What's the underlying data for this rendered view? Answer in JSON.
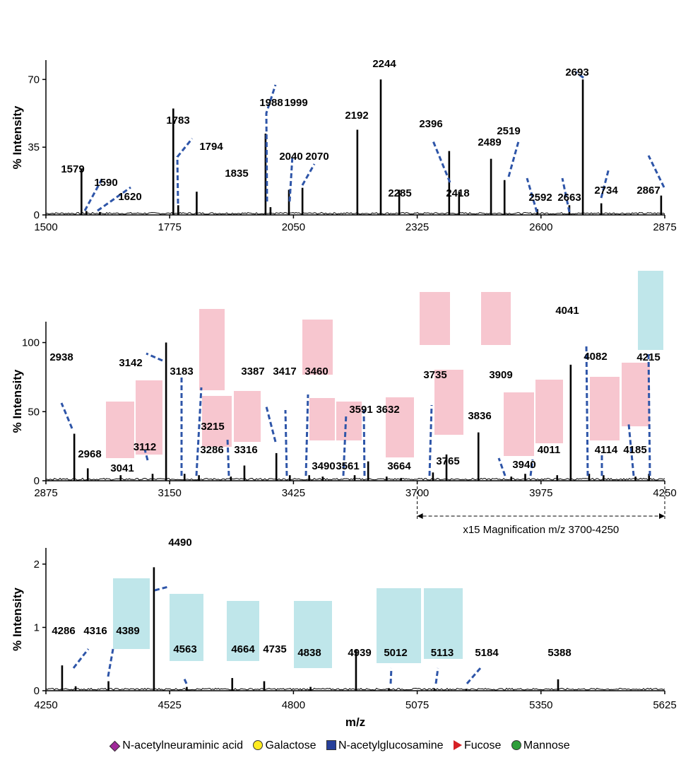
{
  "chart_data": [
    {
      "type": "line",
      "panel": "top",
      "ylabel": "% Intensity",
      "xlim": [
        1500,
        2875
      ],
      "ylim": [
        0,
        80
      ],
      "xticks": [
        1500,
        1775,
        2050,
        2325,
        2600,
        2875
      ],
      "yticks": [
        0,
        35,
        70
      ],
      "peaks": [
        {
          "mz": 1579,
          "intensity": 24
        },
        {
          "mz": 1590,
          "intensity": 2
        },
        {
          "mz": 1620,
          "intensity": 1.5
        },
        {
          "mz": 1783,
          "intensity": 55
        },
        {
          "mz": 1794,
          "intensity": 5
        },
        {
          "mz": 1835,
          "intensity": 12
        },
        {
          "mz": 1988,
          "intensity": 42
        },
        {
          "mz": 1999,
          "intensity": 4
        },
        {
          "mz": 2040,
          "intensity": 13
        },
        {
          "mz": 2070,
          "intensity": 14
        },
        {
          "mz": 2192,
          "intensity": 44
        },
        {
          "mz": 2244,
          "intensity": 70
        },
        {
          "mz": 2285,
          "intensity": 13
        },
        {
          "mz": 2396,
          "intensity": 33
        },
        {
          "mz": 2418,
          "intensity": 12
        },
        {
          "mz": 2489,
          "intensity": 29
        },
        {
          "mz": 2519,
          "intensity": 18
        },
        {
          "mz": 2592,
          "intensity": 3
        },
        {
          "mz": 2663,
          "intensity": 5
        },
        {
          "mz": 2693,
          "intensity": 70
        },
        {
          "mz": 2734,
          "intensity": 6
        },
        {
          "mz": 2867,
          "intensity": 10
        }
      ],
      "labels": [
        "1579",
        "1590",
        "1620",
        "1783",
        "1794",
        "1835",
        "1988",
        "1999",
        "2040",
        "2070",
        "2192",
        "2244",
        "2285",
        "2396",
        "2418",
        "2489",
        "2519",
        "2592",
        "2663",
        "2693",
        "2734",
        "2867"
      ]
    },
    {
      "type": "line",
      "panel": "middle",
      "ylabel": "% Intensity",
      "xlim": [
        2875,
        4250
      ],
      "ylim": [
        0,
        110
      ],
      "xticks": [
        2875,
        3150,
        3425,
        3700,
        3975,
        4250
      ],
      "yticks": [
        0,
        50,
        100
      ],
      "magnification_note": "x15 Magnification m/z 3700-4250",
      "peaks": [
        {
          "mz": 2938,
          "intensity": 34
        },
        {
          "mz": 2968,
          "intensity": 9
        },
        {
          "mz": 3041,
          "intensity": 4
        },
        {
          "mz": 3112,
          "intensity": 5
        },
        {
          "mz": 3142,
          "intensity": 100
        },
        {
          "mz": 3183,
          "intensity": 5
        },
        {
          "mz": 3215,
          "intensity": 4
        },
        {
          "mz": 3286,
          "intensity": 3
        },
        {
          "mz": 3316,
          "intensity": 11
        },
        {
          "mz": 3387,
          "intensity": 20
        },
        {
          "mz": 3417,
          "intensity": 4
        },
        {
          "mz": 3460,
          "intensity": 4
        },
        {
          "mz": 3490,
          "intensity": 3
        },
        {
          "mz": 3561,
          "intensity": 4
        },
        {
          "mz": 3591,
          "intensity": 14
        },
        {
          "mz": 3632,
          "intensity": 3
        },
        {
          "mz": 3664,
          "intensity": 2
        },
        {
          "mz": 3735,
          "intensity": 6
        },
        {
          "mz": 3765,
          "intensity": 19
        },
        {
          "mz": 3836,
          "intensity": 35
        },
        {
          "mz": 3909,
          "intensity": 3
        },
        {
          "mz": 3940,
          "intensity": 5
        },
        {
          "mz": 4011,
          "intensity": 4
        },
        {
          "mz": 4041,
          "intensity": 84
        },
        {
          "mz": 4082,
          "intensity": 5
        },
        {
          "mz": 4114,
          "intensity": 4
        },
        {
          "mz": 4185,
          "intensity": 3
        },
        {
          "mz": 4215,
          "intensity": 5
        }
      ],
      "labels": [
        "2938",
        "2968",
        "3041",
        "3112",
        "3142",
        "3183",
        "3215",
        "3286",
        "3316",
        "3387",
        "3417",
        "3460",
        "3490",
        "3561",
        "3591",
        "3632",
        "3664",
        "3735",
        "3765",
        "3836",
        "3909",
        "3940",
        "4011",
        "4041",
        "4082",
        "4114",
        "4185",
        "4215"
      ]
    },
    {
      "type": "line",
      "panel": "bottom",
      "ylabel": "% Intensity",
      "xlabel": "m/z",
      "xlim": [
        4250,
        5625
      ],
      "ylim": [
        0,
        2.2
      ],
      "xticks": [
        4250,
        4525,
        4800,
        5075,
        5350,
        5625
      ],
      "yticks": [
        0,
        1,
        2
      ],
      "peaks": [
        {
          "mz": 4286,
          "intensity": 0.4
        },
        {
          "mz": 4316,
          "intensity": 0.07
        },
        {
          "mz": 4389,
          "intensity": 0.15
        },
        {
          "mz": 4490,
          "intensity": 1.95
        },
        {
          "mz": 4563,
          "intensity": 0.06
        },
        {
          "mz": 4664,
          "intensity": 0.2
        },
        {
          "mz": 4735,
          "intensity": 0.15
        },
        {
          "mz": 4838,
          "intensity": 0.06
        },
        {
          "mz": 4939,
          "intensity": 0.65
        },
        {
          "mz": 5012,
          "intensity": 0.04
        },
        {
          "mz": 5113,
          "intensity": 0.03
        },
        {
          "mz": 5184,
          "intensity": 0.03
        },
        {
          "mz": 5388,
          "intensity": 0.18
        }
      ],
      "labels": [
        "4286",
        "4316",
        "4389",
        "4490",
        "4563",
        "4664",
        "4735",
        "4838",
        "4939",
        "5012",
        "5113",
        "5184",
        "5388"
      ]
    }
  ],
  "legend": [
    {
      "icon": "diamond-icon",
      "color": "#a0289a",
      "label": "N-acetylneuraminic acid"
    },
    {
      "icon": "circle-icon",
      "color": "#ffeb20",
      "label": "Galactose"
    },
    {
      "icon": "square-icon",
      "color": "#27409a",
      "label": "N-acetylglucosamine"
    },
    {
      "icon": "triangle-icon",
      "color": "#d62024",
      "label": "Fucose"
    },
    {
      "icon": "circle-icon",
      "color": "#2e9e3a",
      "label": "Mannose"
    }
  ],
  "colors": {
    "spectrum": "#000000",
    "leader_line": "#2e55a8",
    "pink_highlight": "#f7c6cf",
    "blue_highlight": "#bfe6ea"
  }
}
